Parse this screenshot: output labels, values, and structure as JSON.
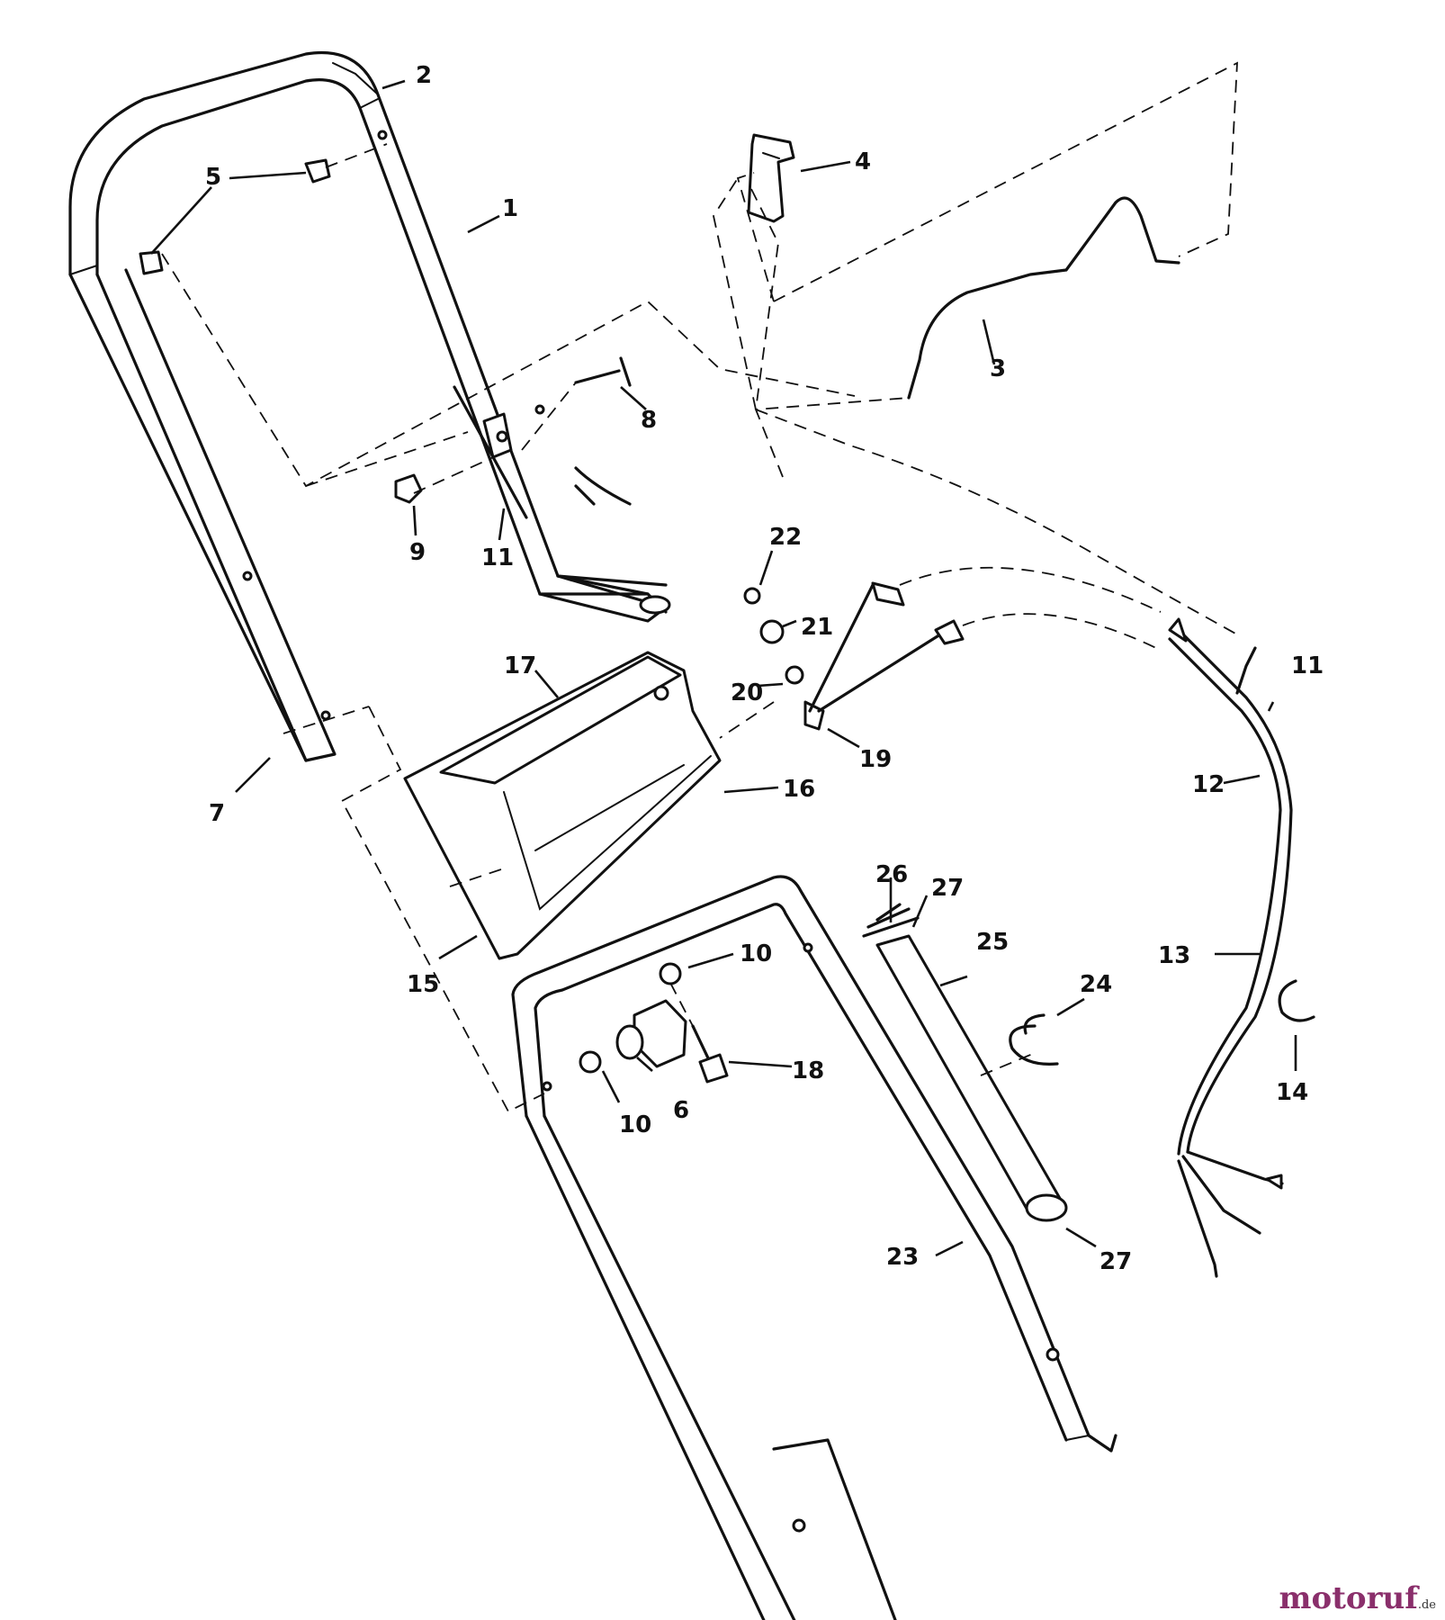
{
  "callouts": [
    {
      "id": "c1",
      "text": "1"
    },
    {
      "id": "c2",
      "text": "2"
    },
    {
      "id": "c3",
      "text": "3"
    },
    {
      "id": "c4",
      "text": "4"
    },
    {
      "id": "c5",
      "text": "5"
    },
    {
      "id": "c6",
      "text": "6"
    },
    {
      "id": "c7",
      "text": "7"
    },
    {
      "id": "c8",
      "text": "8"
    },
    {
      "id": "c9",
      "text": "9"
    },
    {
      "id": "c10a",
      "text": "10"
    },
    {
      "id": "c10b",
      "text": "10"
    },
    {
      "id": "c11a",
      "text": "11"
    },
    {
      "id": "c11b",
      "text": "11"
    },
    {
      "id": "c12",
      "text": "12"
    },
    {
      "id": "c13",
      "text": "13"
    },
    {
      "id": "c14",
      "text": "14"
    },
    {
      "id": "c15",
      "text": "15"
    },
    {
      "id": "c16",
      "text": "16"
    },
    {
      "id": "c17",
      "text": "17"
    },
    {
      "id": "c18",
      "text": "18"
    },
    {
      "id": "c19",
      "text": "19"
    },
    {
      "id": "c20",
      "text": "20"
    },
    {
      "id": "c21",
      "text": "21"
    },
    {
      "id": "c22",
      "text": "22"
    },
    {
      "id": "c23",
      "text": "23"
    },
    {
      "id": "c24",
      "text": "24"
    },
    {
      "id": "c25",
      "text": "25"
    },
    {
      "id": "c26",
      "text": "26"
    },
    {
      "id": "c27a",
      "text": "27"
    },
    {
      "id": "c27b",
      "text": "27"
    }
  ],
  "watermark": {
    "brand": "motoruf",
    "tld": ".de"
  }
}
